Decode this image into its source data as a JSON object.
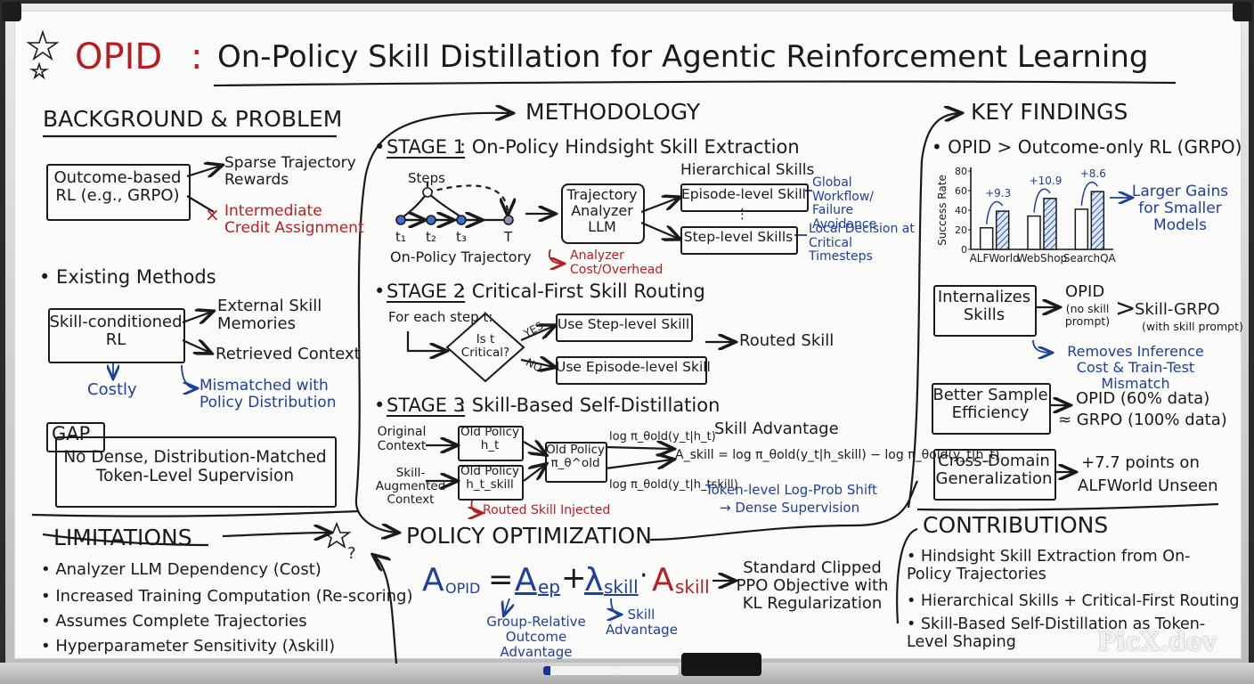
{
  "title": {
    "acronym": "OPID",
    "colon": ":",
    "rest": "On-Policy Skill Distillation for Agentic Reinforcement Learning"
  },
  "background": {
    "heading": "BACKGROUND & PROBLEM",
    "outcome_box": "Outcome-based RL (e.g., GRPO)",
    "sparse": "Sparse Trajectory Rewards",
    "credit": "Intermediate Credit Assignment",
    "cross": "×",
    "existing_heading": "• Existing Methods",
    "skill_box": "Skill-conditioned RL",
    "external": "External Skill Memories",
    "retrieved": "Retrieved Context",
    "costly": "Costly",
    "mismatched": "Mismatched with Policy Distribution",
    "gap_label": "GAP",
    "gap_text": "No Dense, Distribution-Matched Token-Level Supervision"
  },
  "limitations": {
    "heading": "LIMITATIONS",
    "question": "?",
    "items": [
      "• Analyzer LLM Dependency (Cost)",
      "• Increased Training Computation (Re-scoring)",
      "• Assumes Complete Trajectories",
      "• Hyperparameter Sensitivity (λskill)"
    ]
  },
  "methodology": {
    "heading": "METHODOLOGY",
    "stage1": {
      "label": "STAGE 1",
      "title": ": On-Policy Hindsight Skill Extraction",
      "steps": "Steps",
      "t_labels": [
        "t₁",
        "t₂",
        "t₃",
        "T"
      ],
      "trajectory": "On-Policy Trajectory",
      "analyzer": "Trajectory Analyzer LLM",
      "hierarchical": "Hierarchical Skills",
      "episode_skill": "Episode-level Skill",
      "step_skill": "Step-level Skills",
      "dots": "⋮",
      "global": "Global Workflow/ Failure Avoidance",
      "local": "Local Decision at Critical Timesteps",
      "analyzer_cost": "Analyzer Cost/Overhead"
    },
    "stage2": {
      "label": "STAGE 2",
      "title": ": Critical-First Skill Routing",
      "for_each": "For each step t:",
      "decision": "Is t Critical?",
      "yes": "YES",
      "no": "NO",
      "use_step": "Use Step-level Skill",
      "use_episode": "Use Episode-level Skill",
      "routed": "Routed Skill"
    },
    "stage3": {
      "label": "STAGE 3",
      "title": ": Skill-Based Self-Distillation",
      "original_context": "Original Context",
      "skill_context": "Skill-Augmented Context",
      "old_policy_ht": "Old Policy h_t",
      "old_policy_ht_skill": "Old Policy h_t_skill",
      "old_policy_pi": "Old Policy π_θ^old",
      "skill_advantage": "Skill Advantage",
      "logp_top": "log π_θold(y_t|h_t)",
      "logp_bottom": "log π_θold(y_t|h_tskill)",
      "a_skill_eq": "A_skill = log π_θold(y_t|h_skill) − log π_θold(y_t|h_t)",
      "token_shift": "Token-level Log-Prob Shift",
      "dense": "→ Dense Supervision",
      "routed_injected": "Routed Skill Injected"
    }
  },
  "policy": {
    "heading": "POLICY OPTIMIZATION",
    "equation": {
      "a_opid": "A",
      "opid_sub": "OPID",
      "equals": "=",
      "a_ep": "A",
      "ep_sub": "ep",
      "plus": "+",
      "lambda": "λ",
      "lambda_sub": "skill",
      "dot": "·",
      "a_skill": "A",
      "skill_sub": "skill",
      "arrow": "→"
    },
    "objective": "Standard Clipped PPO Objective with KL Regularization",
    "group_relative": "Group-Relative Outcome Advantage",
    "skill_adv": "Skill Advantage"
  },
  "findings": {
    "heading": "KEY FINDINGS",
    "claim": "• OPID > Outcome-only RL (GRPO)",
    "larger_gains": "Larger Gains for Smaller Models",
    "internalizes": "Internalizes Skills",
    "opid": "OPID",
    "no_skill": "(no skill prompt)",
    "gt": ">",
    "skill_grpo": "Skill-GRPO",
    "with_skill": "(with skill prompt)",
    "removes": "Removes Inference Cost & Train-Test Mismatch",
    "sample_eff": "Better Sample Efficiency",
    "opid_data": "OPID (60% data)",
    "grpo_data": "≈ GRPO (100% data)",
    "cross_domain": "Cross-Domain Generalization",
    "alfworld_points": "+7.7 points on",
    "alfworld_unseen": "ALFWorld Unseen"
  },
  "contributions": {
    "heading": "CONTRIBUTIONS",
    "items": [
      "• Hindsight Skill Extraction from On-Policy Trajectories",
      "• Hierarchical Skills + Critical-First Routing",
      "• Skill-Based Self-Distillation as Token-Level Shaping"
    ]
  },
  "watermark": "PicX.dev",
  "chart_data": {
    "type": "bar",
    "categories": [
      "ALFWorld",
      "WebShop",
      "SearchQA"
    ],
    "series": [
      {
        "values": [
          22,
          34,
          41
        ]
      },
      {
        "values": [
          39,
          52,
          59
        ]
      }
    ],
    "gains": [
      "+9.3",
      "+10.9",
      "+8.6"
    ],
    "ylabel": "Success Rate",
    "yticks": [
      0,
      20,
      40,
      60,
      80
    ],
    "ylim": [
      0,
      80
    ]
  },
  "colors": {
    "ink": "#1a1a1a",
    "blue": "#1f3f9a",
    "red": "#b51f24",
    "board": "#fbfbfa"
  }
}
